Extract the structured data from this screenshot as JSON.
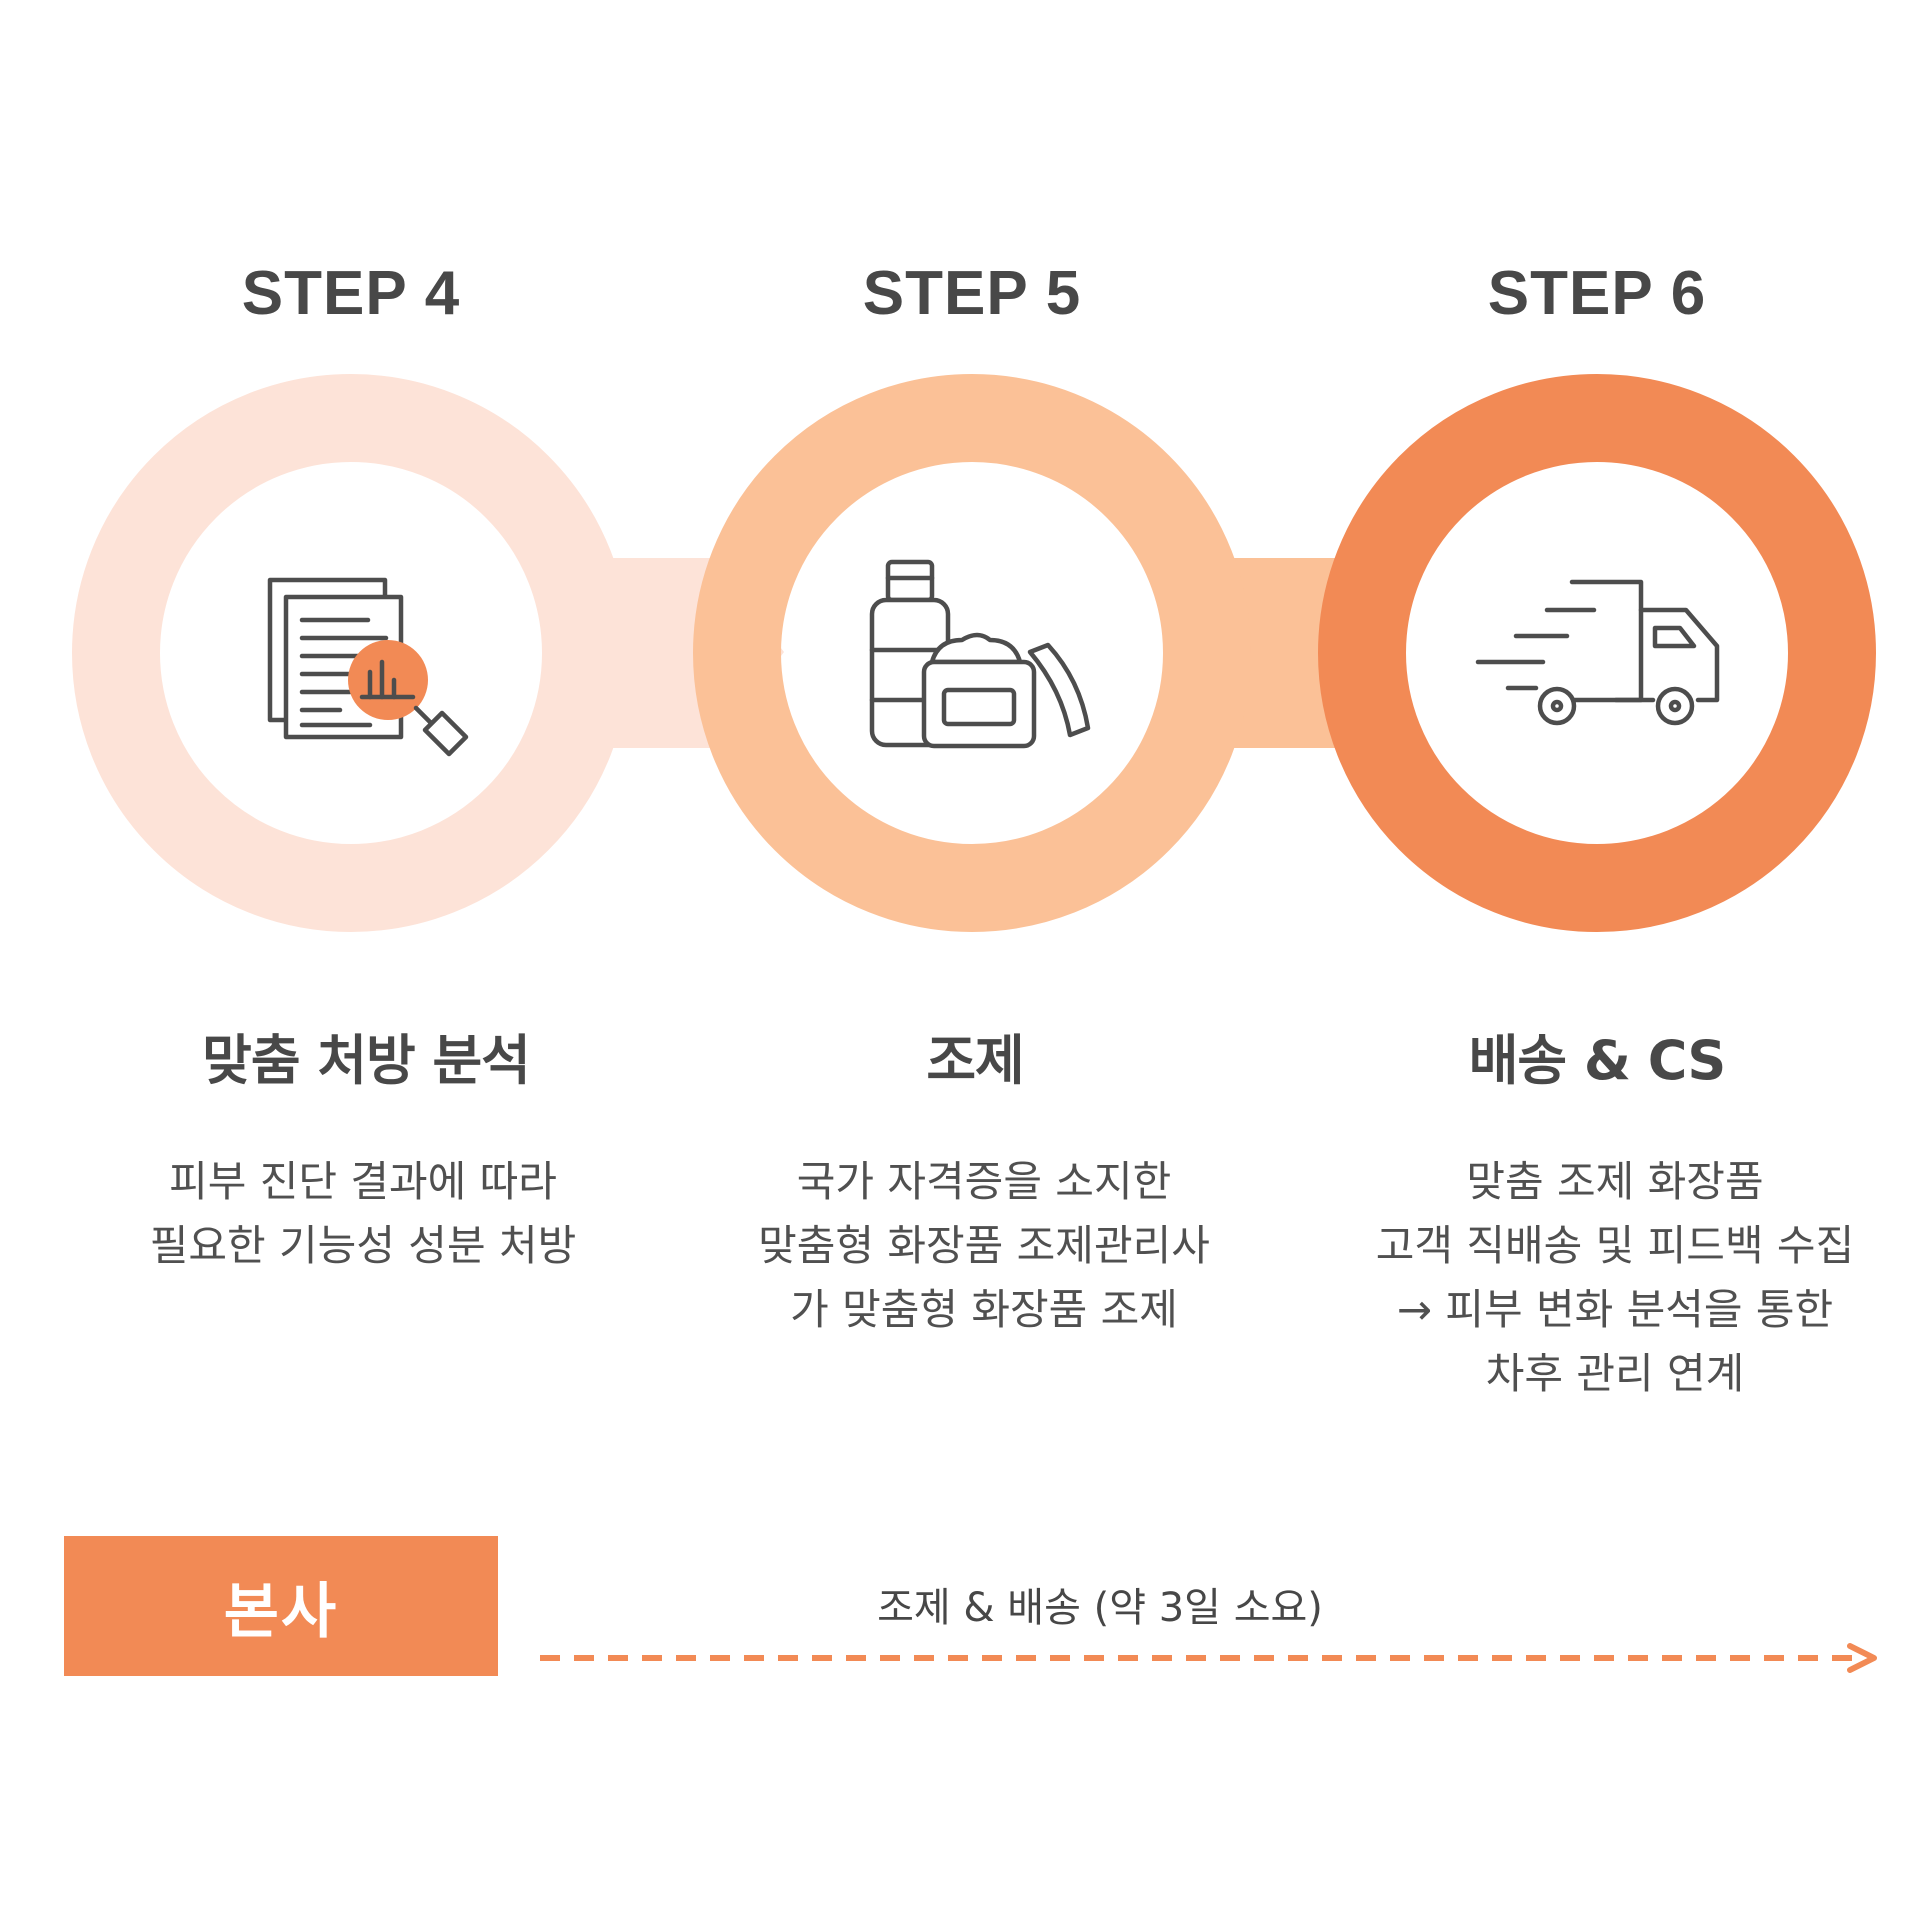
{
  "colors": {
    "step4_ring": "#fde3d8",
    "step5_ring": "#fbc197",
    "step6_ring": "#f28a55",
    "icon_stroke": "#4d4d4d",
    "icon_accent": "#f28a55",
    "text": "#4a4a4a"
  },
  "steps": [
    {
      "label": "STEP 4",
      "title": "맞춤 처방 분석",
      "icon": "document-magnifier-icon",
      "description": [
        "피부 진단 결과에 따라",
        "필요한 기능성 성분 처방"
      ]
    },
    {
      "label": "STEP 5",
      "title": "조제",
      "icon": "cosmetics-icon",
      "description": [
        "국가 자격증을 소지한",
        "맞춤형 화장품 조제관리사",
        "가 맞춤형 화장품 조제"
      ]
    },
    {
      "label": "STEP 6",
      "title": "배송 & CS",
      "icon": "delivery-truck-icon",
      "description": [
        "맞춤 조제 화장품",
        "고객 직배송 및 피드백 수집",
        "→ 피부 변화 분석을 통한",
        "차후 관리 연계"
      ]
    }
  ],
  "timeline": {
    "owner": "본사",
    "label": "조제 & 배송 (약 3일 소요)",
    "arrow": "dashed-arrow-right"
  }
}
